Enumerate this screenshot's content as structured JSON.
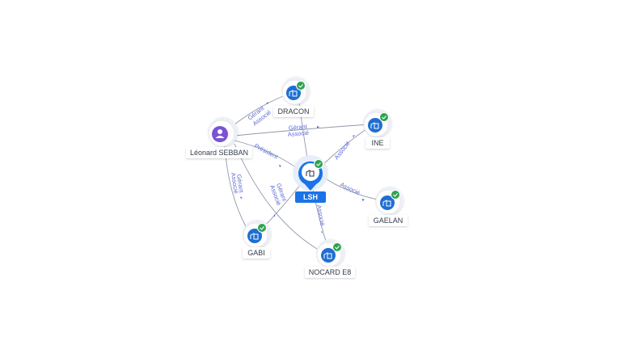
{
  "colors": {
    "edge": "#8f97a8",
    "edge_label": "#5b6bd6",
    "company_icon_bg": "#1f6fd1",
    "person_icon_bg": "#7a52d6",
    "check_badge": "#2ea44f",
    "center_label_bg": "#1a73e8"
  },
  "nodes": {
    "person": {
      "label": "Léonard SEBBAN",
      "icon": "person-icon"
    },
    "dracon": {
      "label": "DRACON",
      "icon": "building-icon",
      "verified": true
    },
    "ine": {
      "label": "INE",
      "icon": "building-icon",
      "verified": true
    },
    "lsh": {
      "label": "LSH",
      "icon": "building-icon",
      "verified": true
    },
    "gaelan": {
      "label": "GAELAN",
      "icon": "building-icon",
      "verified": true
    },
    "gabi": {
      "label": "GABI",
      "icon": "building-icon",
      "verified": true
    },
    "nocard": {
      "label": "NOCARD E8",
      "icon": "building-icon",
      "verified": true
    }
  },
  "edges": {
    "person_dracon": {
      "line1": "Gérant",
      "line2": "Associé"
    },
    "person_ine": {
      "line1": "Gérant",
      "line2": "Associé"
    },
    "person_lsh": {
      "line1": "Président"
    },
    "person_gabi": {
      "line1": "Gérant",
      "line2": "Associé"
    },
    "person_nocard": {
      "line1": "Gérant",
      "line2": "Associé"
    },
    "lsh_ine": {
      "line1": "Associé"
    },
    "lsh_gaelan": {
      "line1": "Associé"
    },
    "lsh_nocard": {
      "line1": "Associé"
    }
  }
}
